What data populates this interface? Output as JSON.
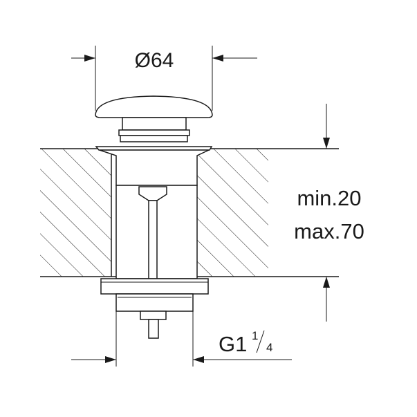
{
  "dimensions": {
    "cap_diameter": "Ø64",
    "thickness_min": "min.20",
    "thickness_max": "max.70",
    "thread_main": "G1",
    "thread_num": "1",
    "thread_den": "4"
  },
  "colors": {
    "line": "#1a1a1a",
    "background": "#ffffff"
  }
}
